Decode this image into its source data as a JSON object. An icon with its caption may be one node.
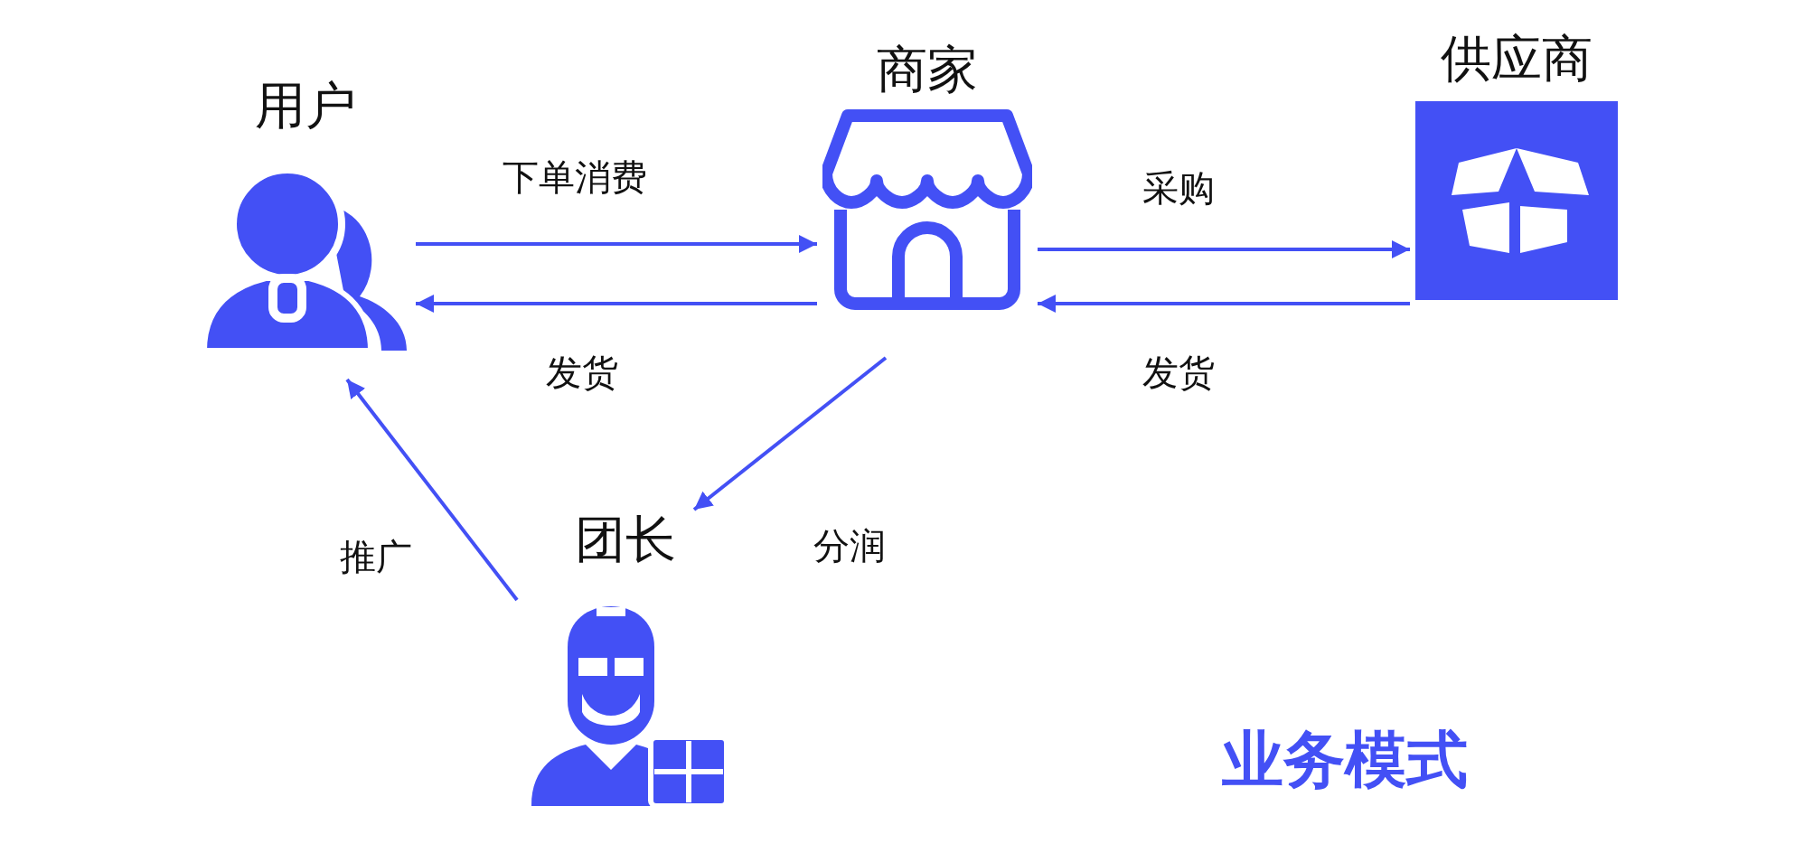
{
  "diagram": {
    "title": "业务模式",
    "nodes": [
      {
        "text": [
          "用户"
        ]
      },
      {
        "text": [
          "商家"
        ]
      },
      {
        "text": [
          "供应商"
        ]
      },
      {
        "text": [
          "团长"
        ]
      }
    ],
    "edges": [
      {
        "from": 0,
        "to": 1,
        "arrow": "to",
        "label": "下单消费"
      },
      {
        "from": 1,
        "to": 0,
        "arrow": "to",
        "label": "发货"
      },
      {
        "from": 1,
        "to": 2,
        "arrow": "to",
        "label": "采购"
      },
      {
        "from": 2,
        "to": 1,
        "arrow": "to",
        "label": "发货"
      },
      {
        "from": 1,
        "to": 3,
        "arrow": "to",
        "label": "分润"
      },
      {
        "from": 3,
        "to": 0,
        "arrow": "to",
        "label": "推广"
      }
    ]
  }
}
